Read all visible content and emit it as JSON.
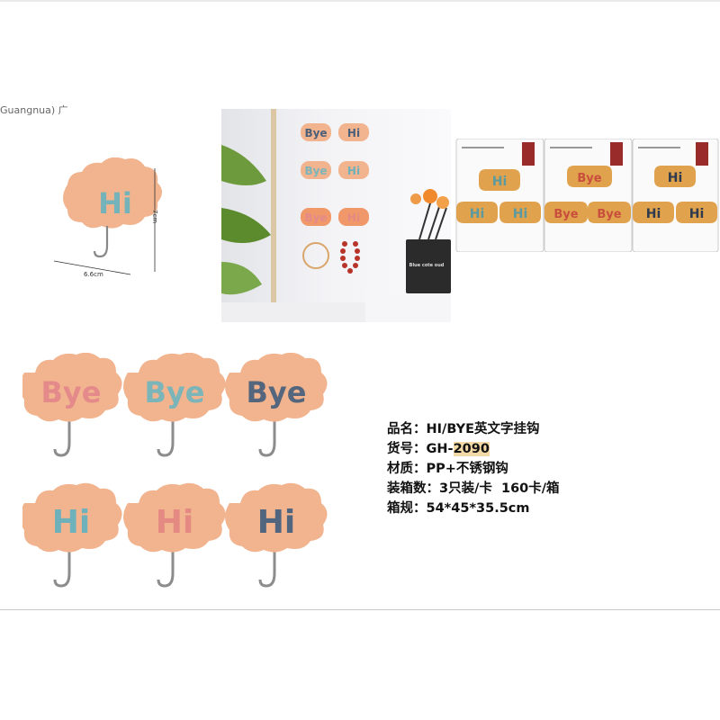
{
  "header": {
    "cutoff_text": "Guangnua) 广"
  },
  "dimension_diagram": {
    "product_label": "Hi",
    "height_label": "7cm",
    "width_label": "6.6cm"
  },
  "lifestyle_photo": {
    "hooks": [
      "Bye",
      "Hi",
      "Bye",
      "Hi",
      "Bye",
      "Hi"
    ],
    "diffuser_label": "Blue cote oud"
  },
  "packaging": {
    "cards": [
      {
        "words": [
          "Hi",
          "Hi",
          "Hi"
        ]
      },
      {
        "words": [
          "Bye",
          "Bye",
          "Bye"
        ]
      },
      {
        "words": [
          "Hi",
          "Hi",
          "Hi"
        ]
      }
    ]
  },
  "products": {
    "items": [
      {
        "word": "Bye",
        "color": "#e48a8a"
      },
      {
        "word": "Bye",
        "color": "#7bb5b9"
      },
      {
        "word": "Bye",
        "color": "#54667d"
      },
      {
        "word": "Hi",
        "color": "#6fb1bb"
      },
      {
        "word": "Hi",
        "color": "#e58a82"
      },
      {
        "word": "Hi",
        "color": "#51657e"
      }
    ],
    "cloud_color": "#f1b48f"
  },
  "specs": {
    "name_label": "品名：",
    "name_value": "HI/BYE英文字挂钩",
    "sku_label": "货号：",
    "sku_prefix": "GH-",
    "sku_number": "2090",
    "material_label": "材质：",
    "material_value": "PP+不锈钢钩",
    "packing_label": "装箱数：",
    "packing_value": "3只装/卡  160卡/箱",
    "carton_label": "箱规：",
    "carton_value": "54*45*35.5cm"
  }
}
